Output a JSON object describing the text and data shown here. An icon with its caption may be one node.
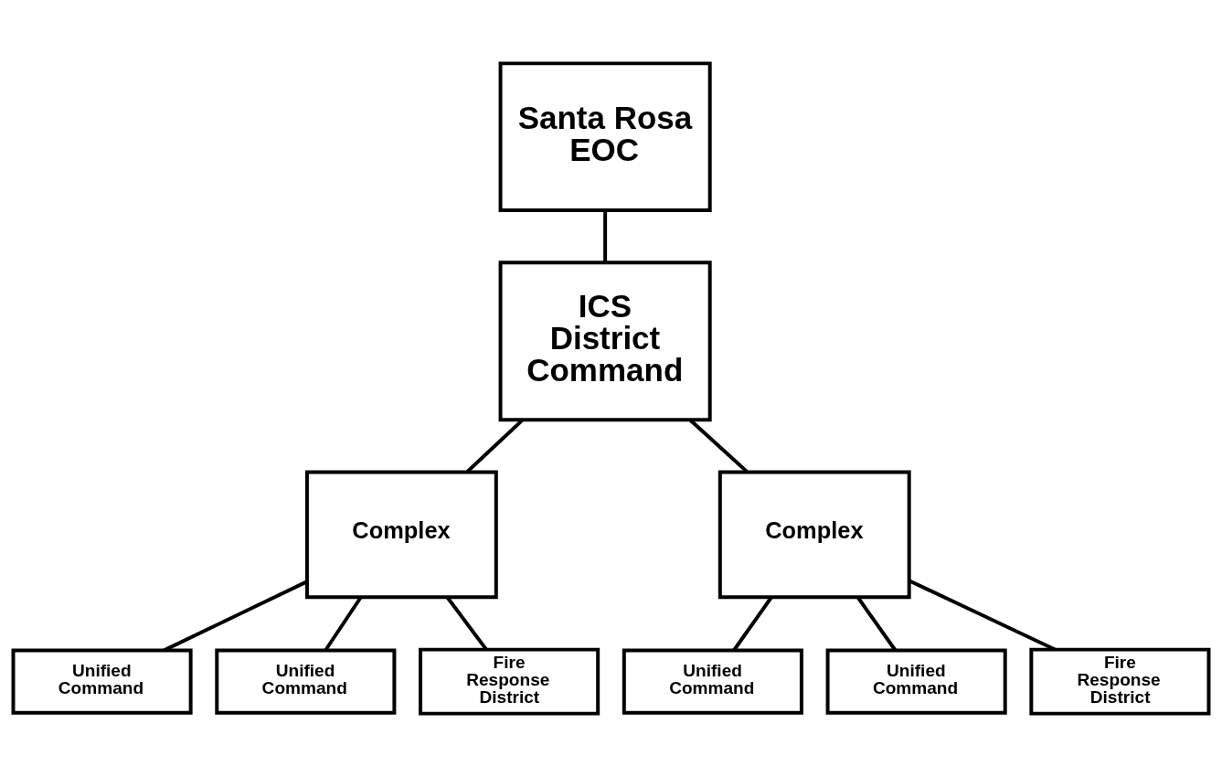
{
  "diagram": {
    "nodes": [
      {
        "text": [
          "Santa Rosa EOC"
        ]
      },
      {
        "text": [
          "ICS District Command"
        ]
      },
      {
        "text": [
          "Complex"
        ]
      },
      {
        "text": [
          "Complex"
        ]
      },
      {
        "text": [
          "Unified Command"
        ]
      },
      {
        "text": [
          "Unified Command"
        ]
      },
      {
        "text": [
          "Fire Response District"
        ]
      },
      {
        "text": [
          "Unified Command"
        ]
      },
      {
        "text": [
          "Unified Command"
        ]
      },
      {
        "text": [
          "Fire Response District"
        ]
      }
    ],
    "edges": [
      {
        "from": 0,
        "to": 1,
        "arrow": "none"
      },
      {
        "from": 1,
        "to": 2,
        "arrow": "none"
      },
      {
        "from": 1,
        "to": 3,
        "arrow": "none"
      },
      {
        "from": 2,
        "to": 4,
        "arrow": "none"
      },
      {
        "from": 2,
        "to": 5,
        "arrow": "none"
      },
      {
        "from": 2,
        "to": 6,
        "arrow": "none"
      },
      {
        "from": 3,
        "to": 7,
        "arrow": "none"
      },
      {
        "from": 3,
        "to": 8,
        "arrow": "none"
      },
      {
        "from": 3,
        "to": 9,
        "arrow": "none"
      }
    ]
  }
}
